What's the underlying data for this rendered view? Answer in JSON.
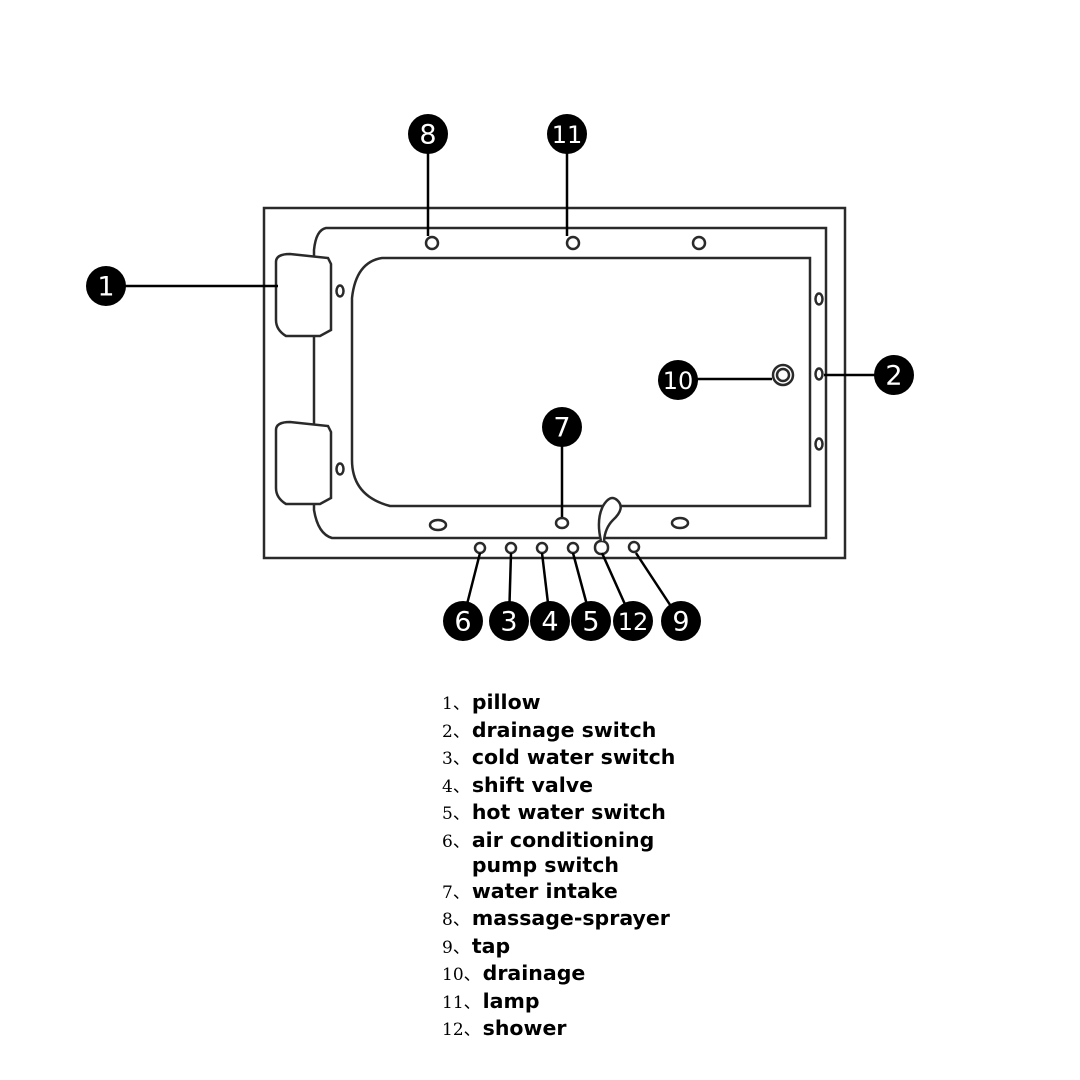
{
  "legend": {
    "separator": "、",
    "items": [
      {
        "number": "1",
        "label": "pillow"
      },
      {
        "number": "2",
        "label": "drainage switch"
      },
      {
        "number": "3",
        "label": "cold water switch"
      },
      {
        "number": "4",
        "label": "shift valve"
      },
      {
        "number": "5",
        "label": "hot water switch"
      },
      {
        "number": "6",
        "label": "air conditioning\npump switch"
      },
      {
        "number": "7",
        "label": "water intake"
      },
      {
        "number": "8",
        "label": "massage-sprayer"
      },
      {
        "number": "9",
        "label": "tap"
      },
      {
        "number": "10",
        "label": "drainage"
      },
      {
        "number": "11",
        "label": "lamp"
      },
      {
        "number": "12",
        "label": "shower"
      }
    ]
  },
  "callouts": [
    "1",
    "2",
    "3",
    "4",
    "5",
    "6",
    "7",
    "8",
    "9",
    "10",
    "11",
    "12"
  ]
}
